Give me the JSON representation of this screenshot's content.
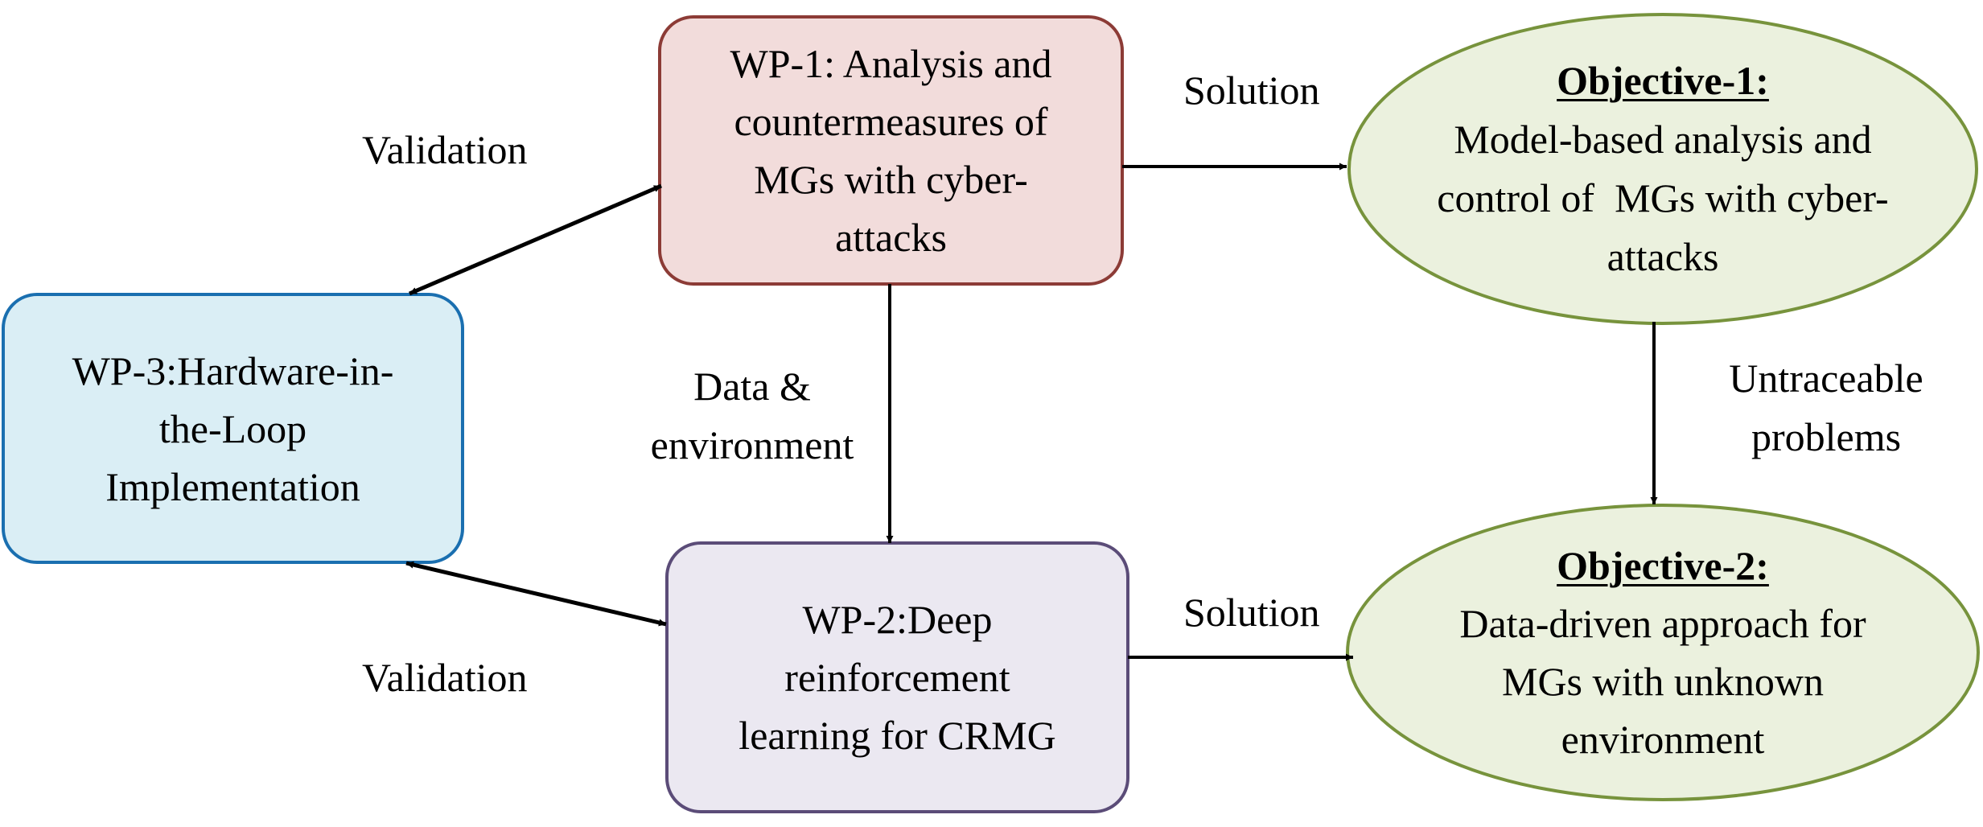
{
  "nodes": {
    "wp1": {
      "lines": [
        "WP-1: Analysis and",
        "countermeasures of",
        "MGs with cyber-",
        "attacks"
      ],
      "fill": "#f2dcdb",
      "stroke": "#8c3b36"
    },
    "wp2": {
      "lines": [
        "WP-2:Deep",
        "reinforcement",
        "learning for CRMG"
      ],
      "fill": "#ebe8f1",
      "stroke": "#5b4c78"
    },
    "wp3": {
      "lines": [
        "WP-3:Hardware-in-",
        "the-Loop",
        "Implementation"
      ],
      "fill": "#daeef5",
      "stroke": "#1a6fb0"
    },
    "objective1": {
      "title": "Objective-1:",
      "lines": [
        "Model-based analysis and",
        "control of  MGs with cyber-",
        "attacks"
      ],
      "fill": "#ebf1de",
      "stroke": "#77933c"
    },
    "objective2": {
      "title": "Objective-2:",
      "lines": [
        "Data-driven approach for",
        "MGs with unknown",
        "environment"
      ],
      "fill": "#ebf1de",
      "stroke": "#77933c"
    }
  },
  "edges": {
    "validation_top": {
      "from": "wp3",
      "to": "wp1",
      "direction": "bidirectional",
      "label": "Validation"
    },
    "validation_bottom": {
      "from": "wp3",
      "to": "wp2",
      "direction": "bidirectional",
      "label": "Validation"
    },
    "solution_top": {
      "from": "wp1",
      "to": "objective1",
      "direction": "forward",
      "label": "Solution"
    },
    "solution_bottom": {
      "from": "wp2",
      "to": "objective2",
      "direction": "forward",
      "label": "Solution"
    },
    "data_environment": {
      "from": "wp1",
      "to": "wp2",
      "direction": "forward",
      "label_lines": [
        "Data &",
        "environment"
      ]
    },
    "untraceable": {
      "from": "objective1",
      "to": "objective2",
      "direction": "forward",
      "label_lines": [
        "Untraceable",
        "problems"
      ]
    }
  },
  "colors": {
    "arrow": "#000000",
    "background": "#ffffff"
  }
}
